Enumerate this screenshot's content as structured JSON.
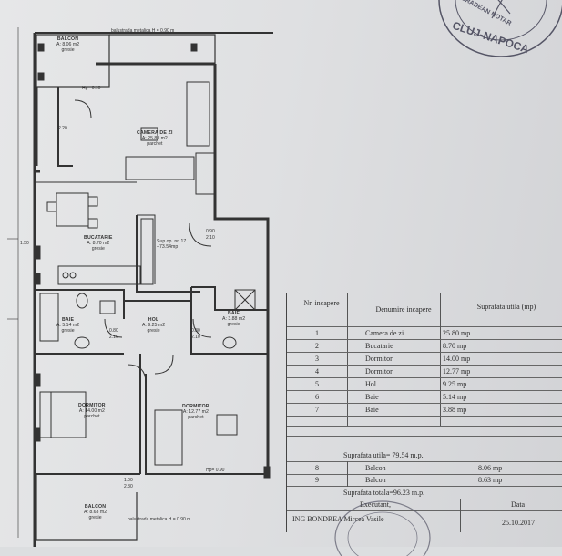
{
  "stamp": {
    "line1": "MOGRADEAN NOTAR",
    "line2": "CLUJ-NAPOCA"
  },
  "plan": {
    "top_note": "balustrada metalica H = 0.90 m",
    "bottom_note": "balustrada metalica H = 0.90 m",
    "apartment": "Sup.op. nr. 17",
    "apartment_area": "+73.54mp",
    "rooms": [
      {
        "name": "BALCON",
        "area": "A: 8.06 m2",
        "finish": "gresie"
      },
      {
        "name": "CAMERA DE ZI",
        "area": "A: 25.80 m2",
        "finish": "parchet"
      },
      {
        "name": "BUCATARIE",
        "area": "A: 8.70 m2",
        "finish": "gresie"
      },
      {
        "name": "BAIE",
        "area": "A: 5.14 m2",
        "finish": "gresie"
      },
      {
        "name": "HOL",
        "area": "A: 9.25 m2",
        "finish": "gresie"
      },
      {
        "name": "BAIE",
        "area": "A: 3.88 m2",
        "finish": "gresie"
      },
      {
        "name": "DORMITOR",
        "area": "A: 14.00 m2",
        "finish": "parchet"
      },
      {
        "name": "DORMITOR",
        "area": "A: 12.77 m2",
        "finish": "parchet"
      },
      {
        "name": "BALCON",
        "area": "A: 8.63 m2",
        "finish": "gresie"
      }
    ],
    "dims": {
      "hp1": "Hp= 0.10",
      "hp2": "Hp= 0.90",
      "d220": "2.20",
      "d210": "2.10",
      "d090": "0.90",
      "d080": "0.80",
      "d150": "1.50",
      "d100": "1.00",
      "d230": "2.30"
    }
  },
  "table": {
    "headers": {
      "nr": "Nr. incapere",
      "den": "Denumire incapere",
      "sup": "Suprafata utila (mp)"
    },
    "rows": [
      {
        "nr": "1",
        "den": "Camera de zi",
        "sup": "25.80  mp"
      },
      {
        "nr": "2",
        "den": "Bucatarie",
        "sup": "8.70  mp"
      },
      {
        "nr": "3",
        "den": "Dormitor",
        "sup": "14.00  mp"
      },
      {
        "nr": "4",
        "den": "Dormitor",
        "sup": "12.77  mp"
      },
      {
        "nr": "5",
        "den": "Hol",
        "sup": "9.25  mp"
      },
      {
        "nr": "6",
        "den": "Baie",
        "sup": "5.14  mp"
      },
      {
        "nr": "7",
        "den": "Baie",
        "sup": "3.88  mp"
      }
    ],
    "suprafata_utila": "Suprafata utila= 79.54 m.p.",
    "balcony_rows": [
      {
        "nr": "8",
        "den": "Balcon",
        "sup": "8.06  mp"
      },
      {
        "nr": "9",
        "den": "Balcon",
        "sup": "8.63  mp"
      }
    ],
    "suprafata_totala": "Suprafata totala=96.23 m.p.",
    "executant_label": "Executant,",
    "data_label": "Data",
    "executant": "ING BONDREA Mircea Vasile",
    "date": "25.10.2017"
  }
}
